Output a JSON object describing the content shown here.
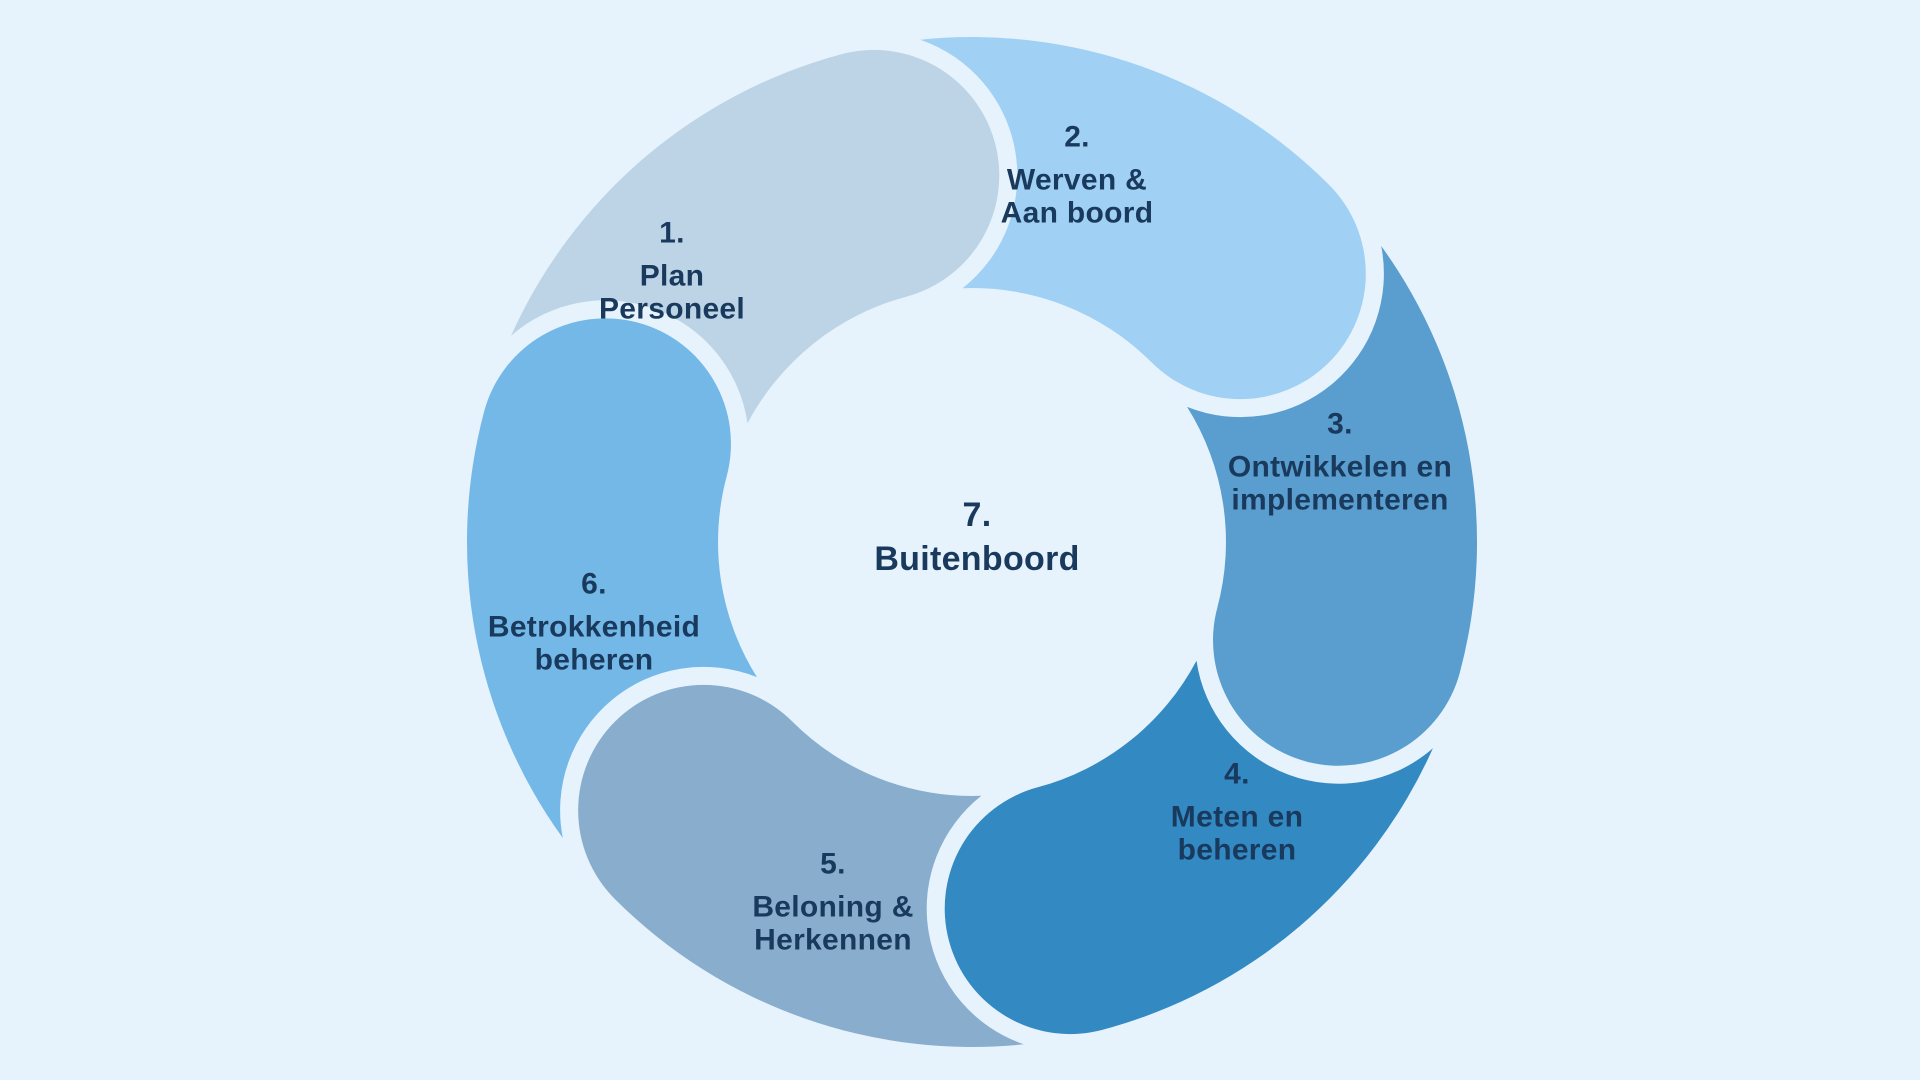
{
  "diagram": {
    "name": "HR cycle diagram",
    "background_color": "#e7f3fc",
    "text_color": "#19395d",
    "segments": [
      {
        "number": "1.",
        "lines": [
          "Plan",
          "Personeel"
        ],
        "color": "#bcd4e6"
      },
      {
        "number": "2.",
        "lines": [
          "Werven &",
          "Aan boord"
        ],
        "color": "#a0d1f5"
      },
      {
        "number": "3.",
        "lines": [
          "Ontwikkelen en",
          "implementeren"
        ],
        "color": "#599ece"
      },
      {
        "number": "4.",
        "lines": [
          "Meten en",
          "beheren"
        ],
        "color": "#3389c2"
      },
      {
        "number": "5.",
        "lines": [
          "Beloning &",
          "Herkennen"
        ],
        "color": "#89aecd"
      },
      {
        "number": "6.",
        "lines": [
          "Betrokkenheid",
          "beheren"
        ],
        "color": "#74b8e8"
      }
    ],
    "center": {
      "number": "7.",
      "label": "Buitenboord"
    }
  }
}
